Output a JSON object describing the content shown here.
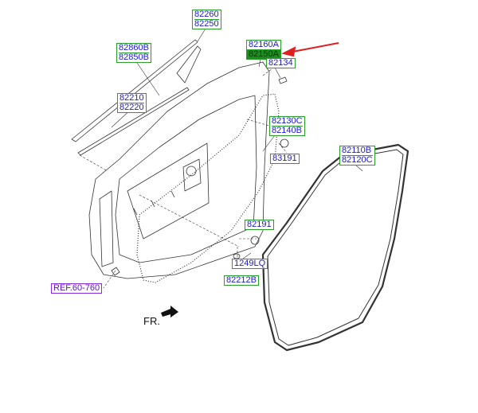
{
  "labels": {
    "p82260": "82260",
    "p82250": "82250",
    "p82860B": "82860B",
    "p82850B": "82850B",
    "p82160A": "82160A",
    "p82150A": "82150A",
    "p82134": "82134",
    "p82210": "82210",
    "p82220": "82220",
    "p82130C": "82130C",
    "p82140B": "82140B",
    "p83191": "83191",
    "p82110B": "82110B",
    "p82120C": "82120C",
    "p82191": "82191",
    "p1249LQ": "1249LQ",
    "p82212B": "82212B",
    "ref": "REF.60-760",
    "front": "FR."
  },
  "colors": {
    "label_border": "#2aa02a",
    "label_text": "#1a1acc",
    "highlight_fill": "#1f8c1f",
    "ref_border": "#8a2be2",
    "arrow": "#e02020"
  }
}
